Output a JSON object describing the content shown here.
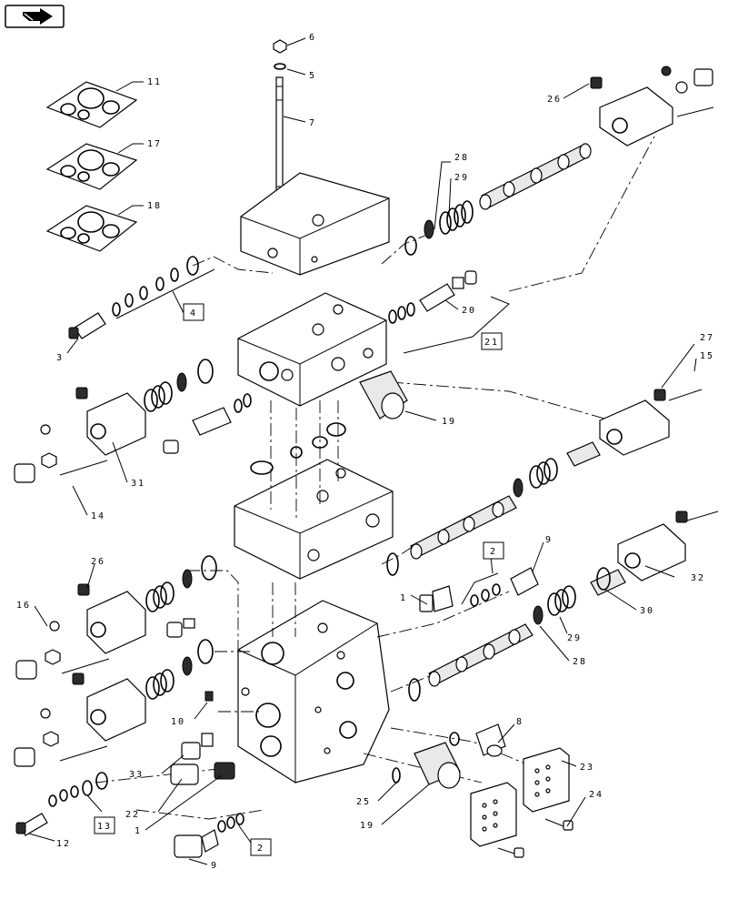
{
  "nav_icon": "next-page-arrow-icon",
  "callouts": [
    {
      "id": "c6",
      "text": "6"
    },
    {
      "id": "c5",
      "text": "5"
    },
    {
      "id": "c7",
      "text": "7"
    },
    {
      "id": "c11",
      "text": "11"
    },
    {
      "id": "c17",
      "text": "17"
    },
    {
      "id": "c18",
      "text": "18"
    },
    {
      "id": "c26a",
      "text": "26"
    },
    {
      "id": "c28a",
      "text": "28"
    },
    {
      "id": "c29a",
      "text": "29"
    },
    {
      "id": "c3",
      "text": "3"
    },
    {
      "id": "c4",
      "text": "4"
    },
    {
      "id": "c20",
      "text": "20"
    },
    {
      "id": "c21",
      "text": "21"
    },
    {
      "id": "c27",
      "text": "27"
    },
    {
      "id": "c15",
      "text": "15"
    },
    {
      "id": "c19a",
      "text": "19"
    },
    {
      "id": "c31",
      "text": "31"
    },
    {
      "id": "c14",
      "text": "14"
    },
    {
      "id": "c2a",
      "text": "2"
    },
    {
      "id": "c9a",
      "text": "9"
    },
    {
      "id": "c32",
      "text": "32"
    },
    {
      "id": "c26b",
      "text": "26"
    },
    {
      "id": "c16",
      "text": "16"
    },
    {
      "id": "c1a",
      "text": "1"
    },
    {
      "id": "c30",
      "text": "30"
    },
    {
      "id": "c29b",
      "text": "29"
    },
    {
      "id": "c28b",
      "text": "28"
    },
    {
      "id": "c10",
      "text": "10"
    },
    {
      "id": "c8",
      "text": "8"
    },
    {
      "id": "c33",
      "text": "33"
    },
    {
      "id": "c23",
      "text": "23"
    },
    {
      "id": "c22",
      "text": "22"
    },
    {
      "id": "c25",
      "text": "25"
    },
    {
      "id": "c24",
      "text": "24"
    },
    {
      "id": "c19b",
      "text": "19"
    },
    {
      "id": "c1b",
      "text": "1"
    },
    {
      "id": "c13",
      "text": "13"
    },
    {
      "id": "c12",
      "text": "12"
    },
    {
      "id": "c2b",
      "text": "2"
    },
    {
      "id": "c9b",
      "text": "9"
    }
  ]
}
